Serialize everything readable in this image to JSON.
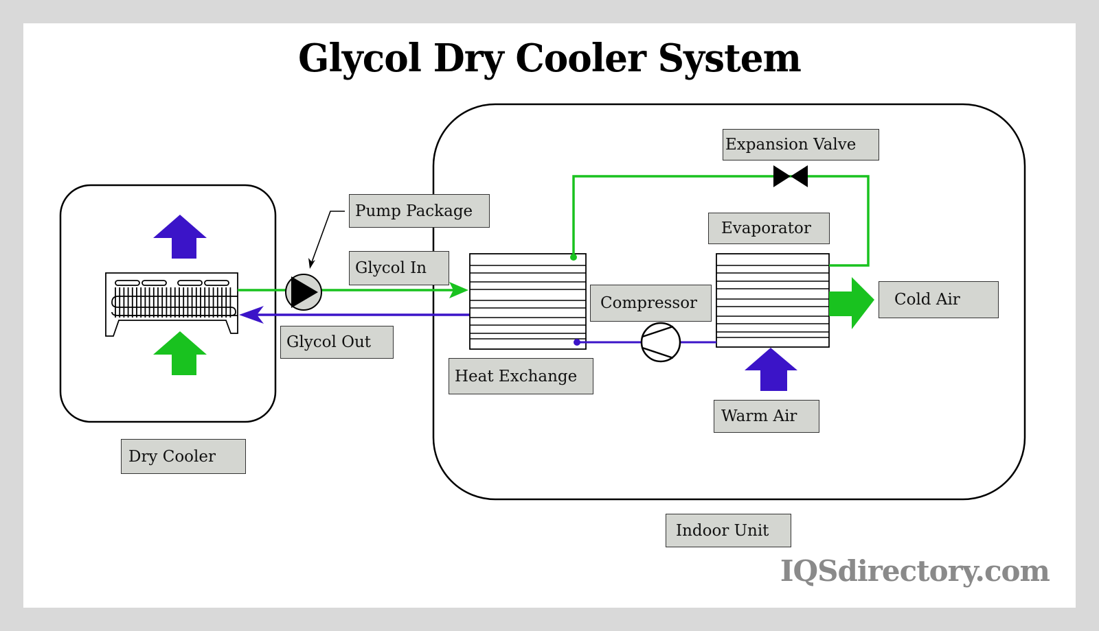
{
  "title": "Glycol Dry Cooler System",
  "watermark": "IQSdirectory.com",
  "colors": {
    "frame": "#d9d9d9",
    "background": "#ffffff",
    "label_fill": "#d4d6d1",
    "warm_flow": "#3b14c8",
    "cold_flow": "#19c21f",
    "stroke": "#000000",
    "watermark": "#8a8a8a"
  },
  "units": {
    "dry_cooler": {
      "label": "Dry Cooler"
    },
    "indoor_unit": {
      "label": "Indoor Unit"
    }
  },
  "labels": {
    "pump_package": "Pump Package",
    "glycol_in": "Glycol In",
    "glycol_out": "Glycol Out",
    "expansion_valve": "Expansion Valve",
    "evaporator": "Evaporator",
    "compressor": "Compressor",
    "heat_exchange": "Heat Exchange",
    "cold_air": "Cold Air",
    "warm_air": "Warm Air"
  },
  "flows": [
    {
      "from": "Dry Cooler",
      "to": "Heat Exchange",
      "medium": "Glycol In",
      "color": "cold"
    },
    {
      "from": "Heat Exchange",
      "to": "Dry Cooler",
      "medium": "Glycol Out",
      "color": "warm"
    },
    {
      "from": "Heat Exchange",
      "to": "Expansion Valve",
      "color": "cold"
    },
    {
      "from": "Expansion Valve",
      "to": "Evaporator",
      "color": "cold"
    },
    {
      "from": "Evaporator",
      "to": "Compressor",
      "color": "warm"
    },
    {
      "from": "Compressor",
      "to": "Heat Exchange",
      "color": "warm"
    }
  ],
  "air_arrows": [
    {
      "name": "dry-cooler-exhaust",
      "direction": "up",
      "color": "warm"
    },
    {
      "name": "dry-cooler-intake",
      "direction": "up",
      "color": "cold"
    },
    {
      "name": "warm-air-in",
      "direction": "up",
      "color": "warm"
    },
    {
      "name": "cold-air-out",
      "direction": "right",
      "color": "cold"
    }
  ]
}
